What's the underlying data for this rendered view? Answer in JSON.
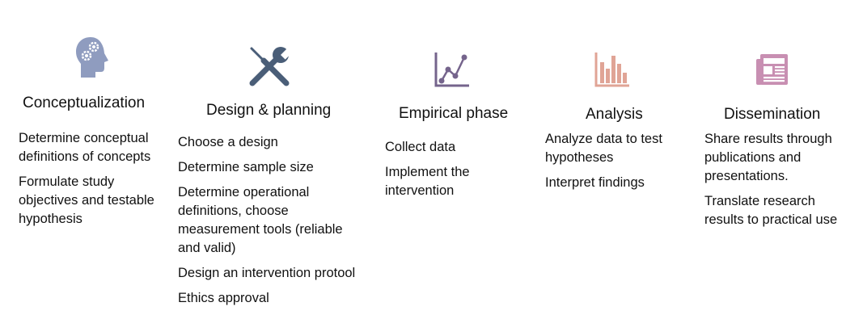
{
  "colors": {
    "head_icon": "#8f9cbf",
    "tools_icon": "#4a5e78",
    "line_icon": "#75648c",
    "bar_icon": "#e0a496",
    "news_icon": "#c88fb2"
  },
  "stages": [
    {
      "icon": "head-gears-icon",
      "title": "Conceptualization",
      "steps": [
        "Determine conceptual definitions of concepts",
        "Formulate study objectives and testable hypothesis"
      ]
    },
    {
      "icon": "tools-icon",
      "title": "Design & planning",
      "steps": [
        "Choose a design",
        "Determine sample size",
        "Determine operational definitions, choose measurement tools (reliable and valid)",
        "Design an intervention protool",
        "Ethics approval"
      ]
    },
    {
      "icon": "line-chart-icon",
      "title": "Empirical phase",
      "steps": [
        "Collect data",
        "Implement the intervention"
      ]
    },
    {
      "icon": "bar-chart-icon",
      "title": "Analysis",
      "steps": [
        "Analyze data to test hypotheses",
        "Interpret findings"
      ]
    },
    {
      "icon": "newspaper-icon",
      "title": "Dissemination",
      "steps": [
        "Share results through publications and presentations.",
        "Translate research results to practical use"
      ]
    }
  ]
}
